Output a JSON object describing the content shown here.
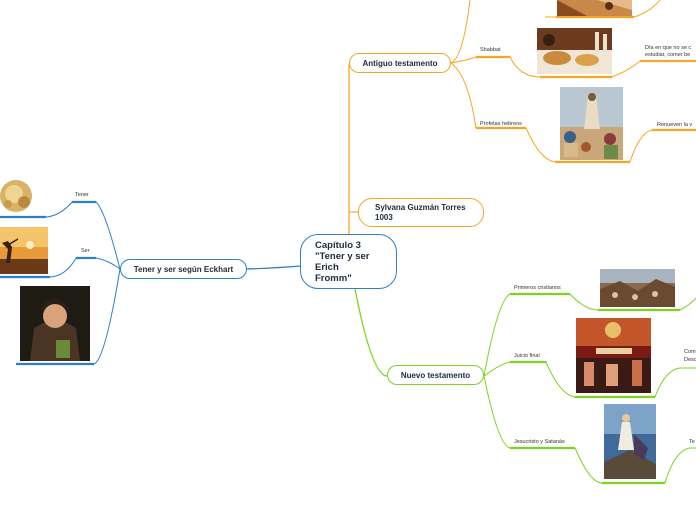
{
  "central": {
    "line1": "Capítulo 3",
    "line2": "\"Tener y ser",
    "line3": "Erich",
    "line4": "Fromm\""
  },
  "branches": {
    "antiguo": {
      "label": "Antiguo testamento",
      "color": "#f5a623"
    },
    "nuevo": {
      "label": "Nuevo testamento",
      "color": "#7ed321"
    },
    "eckhart": {
      "label": "Tener y ser según Eckhart",
      "color": "#2e7fc9"
    },
    "author": {
      "line1": "Sylvana Guzmán Torres",
      "line2": "1003",
      "color": "#f5a623"
    }
  },
  "subtopics": {
    "shabbat": "Shabbat",
    "shabbat_note": "Día en que no se c estudiar, comer be",
    "profetas": "Profetas hebreos",
    "profetas_note": "Renueven la v",
    "primeros": "Primeros cristianos",
    "juicio": "Juicio final",
    "juicio_note": "Com Desc",
    "jesus": "Jesucristo y Satanás",
    "jesus_note": "Te",
    "tener": "Tener",
    "ser": "Ser"
  }
}
